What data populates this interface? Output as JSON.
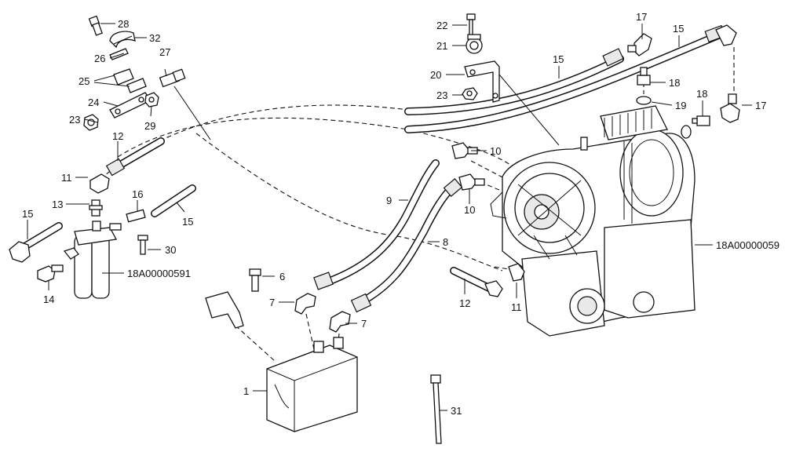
{
  "diagram": {
    "callouts": [
      {
        "id": "c28",
        "text": "28"
      },
      {
        "id": "c32",
        "text": "32"
      },
      {
        "id": "c26",
        "text": "26"
      },
      {
        "id": "c27",
        "text": "27"
      },
      {
        "id": "c25",
        "text": "25"
      },
      {
        "id": "c24",
        "text": "24"
      },
      {
        "id": "c23a",
        "text": "23"
      },
      {
        "id": "c29",
        "text": "29"
      },
      {
        "id": "c12a",
        "text": "12"
      },
      {
        "id": "c11a",
        "text": "11"
      },
      {
        "id": "c13",
        "text": "13"
      },
      {
        "id": "c16",
        "text": "16"
      },
      {
        "id": "c15a",
        "text": "15"
      },
      {
        "id": "c15b",
        "text": "15"
      },
      {
        "id": "c30",
        "text": "30"
      },
      {
        "id": "c18A591",
        "text": "18A00000591"
      },
      {
        "id": "c14",
        "text": "14"
      },
      {
        "id": "c6",
        "text": "6"
      },
      {
        "id": "c7a",
        "text": "7"
      },
      {
        "id": "c7b",
        "text": "7"
      },
      {
        "id": "c1",
        "text": "1"
      },
      {
        "id": "c22",
        "text": "22"
      },
      {
        "id": "c21",
        "text": "21"
      },
      {
        "id": "c20",
        "text": "20"
      },
      {
        "id": "c23b",
        "text": "23"
      },
      {
        "id": "c15c",
        "text": "15"
      },
      {
        "id": "c17a",
        "text": "17"
      },
      {
        "id": "c15d",
        "text": "15"
      },
      {
        "id": "c18a",
        "text": "18"
      },
      {
        "id": "c19",
        "text": "19"
      },
      {
        "id": "c18b",
        "text": "18"
      },
      {
        "id": "c17b",
        "text": "17"
      },
      {
        "id": "c10a",
        "text": "10"
      },
      {
        "id": "c10b",
        "text": "10"
      },
      {
        "id": "c9",
        "text": "9"
      },
      {
        "id": "c8",
        "text": "8"
      },
      {
        "id": "c18A059",
        "text": "18A00000059"
      },
      {
        "id": "c12b",
        "text": "12"
      },
      {
        "id": "c11b",
        "text": "11"
      },
      {
        "id": "c31",
        "text": "31"
      }
    ]
  }
}
